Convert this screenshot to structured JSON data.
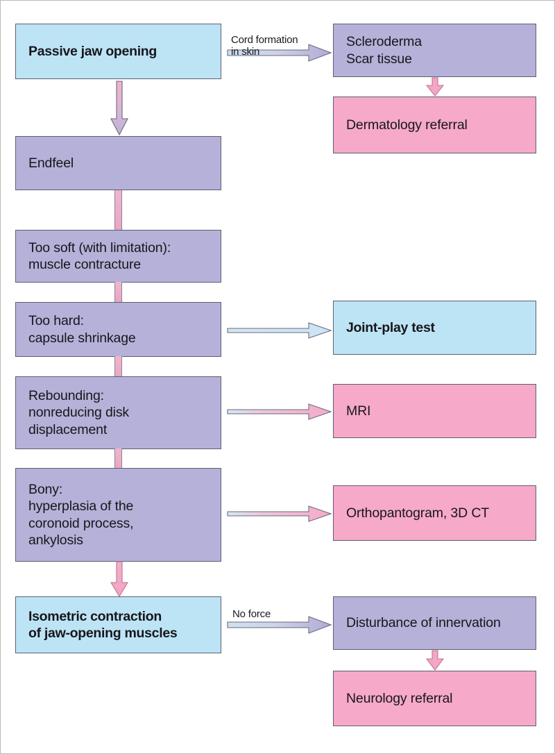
{
  "diagram": {
    "title": "Passive jaw opening diagnostic flowchart",
    "type": "flowchart",
    "colors": {
      "blue_box": "#bde4f4",
      "purple_box": "#b5b1d8",
      "pink_box": "#f6a9c8",
      "box_border": "#5d5f72",
      "arrow_outline": "#6a6a7d",
      "pink_arrow": "#f2a7c5",
      "page_border": "#b9b9b9",
      "background": "#ffffff"
    }
  },
  "nodes": {
    "passive_jaw_opening": {
      "label": "Passive jaw opening",
      "color": "blue",
      "emphasis": "bold"
    },
    "scleroderma": {
      "label": "Scleroderma\nScar tissue",
      "color": "purple",
      "emphasis": "normal"
    },
    "dermatology_referral": {
      "label": "Dermatology referral",
      "color": "pink",
      "emphasis": "normal"
    },
    "endfeel": {
      "label": "Endfeel",
      "color": "purple",
      "emphasis": "normal"
    },
    "too_soft": {
      "label": "Too soft (with limitation):\nmuscle contracture",
      "color": "purple",
      "emphasis": "normal"
    },
    "too_hard": {
      "label": "Too hard:\ncapsule shrinkage",
      "color": "purple",
      "emphasis": "normal"
    },
    "joint_play_test": {
      "label": "Joint-play test",
      "color": "blue",
      "emphasis": "bold"
    },
    "rebounding": {
      "label": "Rebounding:\nnonreducing disk\ndisplacement",
      "color": "purple",
      "emphasis": "normal"
    },
    "mri": {
      "label": "MRI",
      "color": "pink",
      "emphasis": "normal"
    },
    "bony": {
      "label": "Bony:\nhyperplasia of the\ncoronoid process,\nankylosis",
      "color": "purple",
      "emphasis": "normal"
    },
    "orthopantogram": {
      "label": "Orthopantogram, 3D CT",
      "color": "pink",
      "emphasis": "normal"
    },
    "isometric_contraction": {
      "label": "Isometric contraction\nof jaw-opening muscles",
      "color": "blue",
      "emphasis": "bold"
    },
    "disturbance_of_innervation": {
      "label": "Disturbance of innervation",
      "color": "purple",
      "emphasis": "normal"
    },
    "neurology_referral": {
      "label": "Neurology referral",
      "color": "pink",
      "emphasis": "normal"
    }
  },
  "edge_labels": {
    "cord_formation": "Cord formation\nin skin",
    "no_force": "No force"
  },
  "edges": [
    {
      "from": "passive_jaw_opening",
      "to": "scleroderma",
      "label": "Cord formation in skin",
      "style": "blue-purple-block-arrow"
    },
    {
      "from": "scleroderma",
      "to": "dermatology_referral",
      "label": "",
      "style": "pink-down-arrow"
    },
    {
      "from": "passive_jaw_opening",
      "to": "endfeel",
      "label": "",
      "style": "pink-purple-down-arrow"
    },
    {
      "from": "endfeel",
      "to": "too_soft",
      "label": "",
      "style": "stem"
    },
    {
      "from": "too_soft",
      "to": "too_hard",
      "label": "",
      "style": "stem"
    },
    {
      "from": "too_hard",
      "to": "joint_play_test",
      "label": "",
      "style": "blue-block-arrow"
    },
    {
      "from": "too_hard",
      "to": "rebounding",
      "label": "",
      "style": "stem"
    },
    {
      "from": "rebounding",
      "to": "mri",
      "label": "",
      "style": "blue-pink-block-arrow"
    },
    {
      "from": "rebounding",
      "to": "bony",
      "label": "",
      "style": "stem"
    },
    {
      "from": "bony",
      "to": "orthopantogram",
      "label": "",
      "style": "blue-pink-block-arrow"
    },
    {
      "from": "bony",
      "to": "isometric_contraction",
      "label": "",
      "style": "pink-down-arrow"
    },
    {
      "from": "isometric_contraction",
      "to": "disturbance_of_innervation",
      "label": "No force",
      "style": "blue-purple-block-arrow"
    },
    {
      "from": "disturbance_of_innervation",
      "to": "neurology_referral",
      "label": "",
      "style": "pink-down-arrow"
    }
  ]
}
